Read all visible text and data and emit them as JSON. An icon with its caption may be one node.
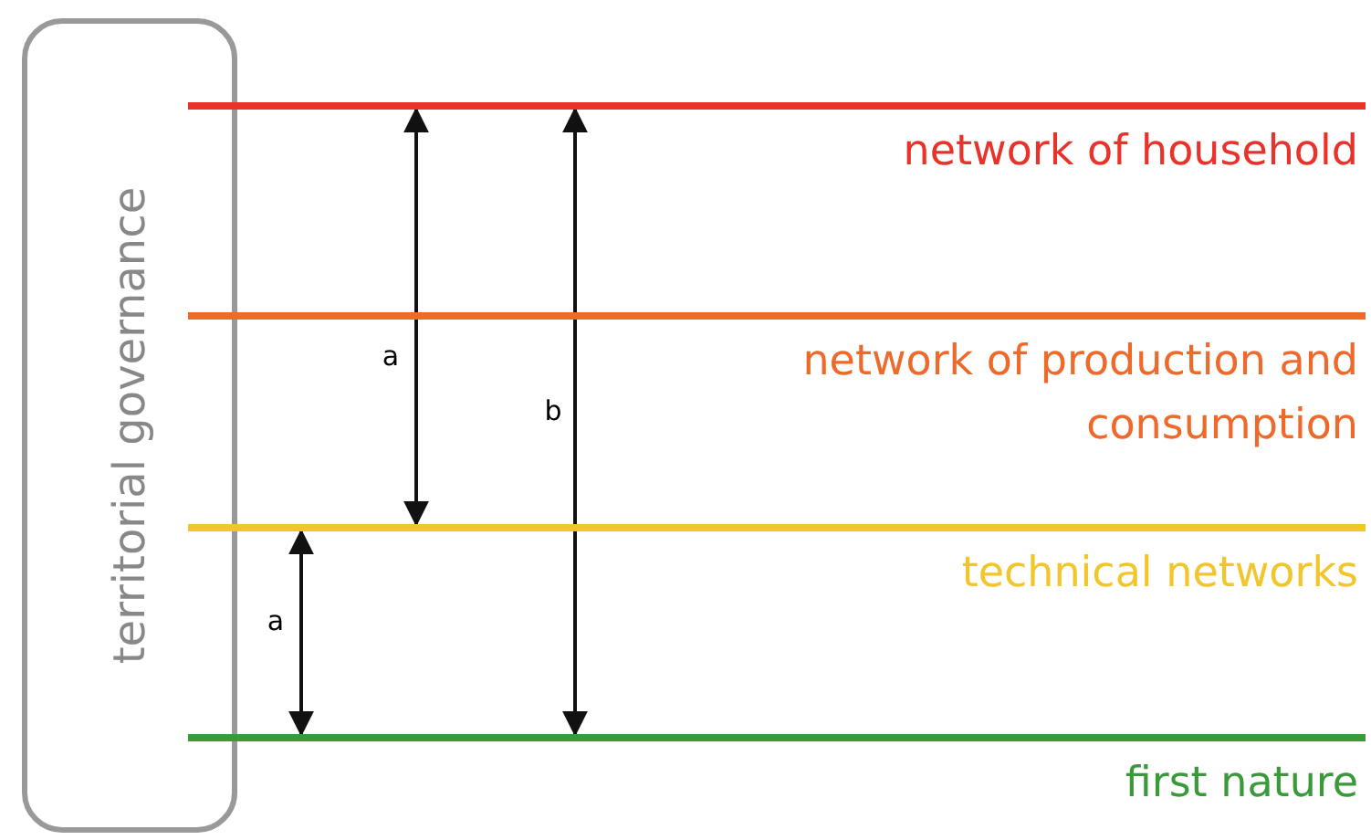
{
  "diagram": {
    "nodes": [
      {
        "text": [
          "territorial governance"
        ]
      },
      {
        "text": [],
        "shape": "bar",
        "beside": [
          "network of household"
        ]
      },
      {
        "text": [],
        "shape": "bar",
        "beside": [
          "network of production and consumption"
        ]
      },
      {
        "text": [],
        "shape": "bar",
        "beside": [
          "technical networks"
        ]
      },
      {
        "text": [],
        "shape": "bar",
        "beside": [
          "first nature"
        ]
      }
    ],
    "edges": [
      {
        "from": 1,
        "to": 3,
        "arrow": "both",
        "label": "a"
      },
      {
        "from": 1,
        "to": 4,
        "arrow": "both",
        "label": "b"
      },
      {
        "from": 3,
        "to": 4,
        "arrow": "both",
        "label": "a"
      }
    ]
  }
}
